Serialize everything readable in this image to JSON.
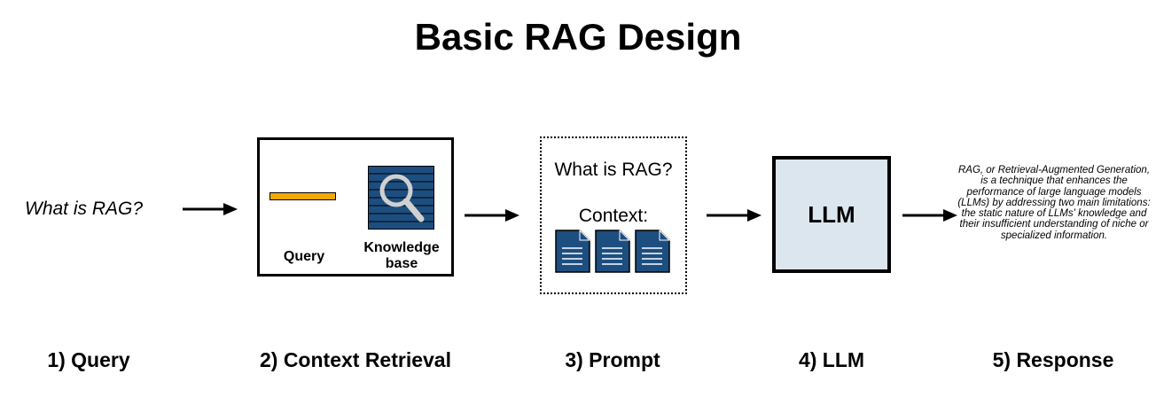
{
  "title": "Basic RAG Design",
  "query": {
    "text": "What is RAG?"
  },
  "context_retrieval": {
    "query_label": "Query",
    "knowledge_base_label_line1": "Knowledge",
    "knowledge_base_label_line2": "base",
    "query_bar_color": "#f5a800",
    "knowledge_base_color": "#1d4e80"
  },
  "prompt": {
    "question": "What is RAG?",
    "context_label": "Context:",
    "document_count": 3,
    "document_color": "#1d4e80"
  },
  "llm": {
    "label": "LLM",
    "fill_color": "#dbe6ee"
  },
  "response": {
    "text": "RAG, or Retrieval-Augmented Generation, is a technique that enhances the performance of large language models (LLMs) by addressing two main limitations: the static nature of LLMs' knowledge and their insufficient understanding of niche or specialized information."
  },
  "steps": [
    {
      "label": "1) Query"
    },
    {
      "label": "2) Context Retrieval"
    },
    {
      "label": "3) Prompt"
    },
    {
      "label": "4) LLM"
    },
    {
      "label": "5) Response"
    }
  ]
}
